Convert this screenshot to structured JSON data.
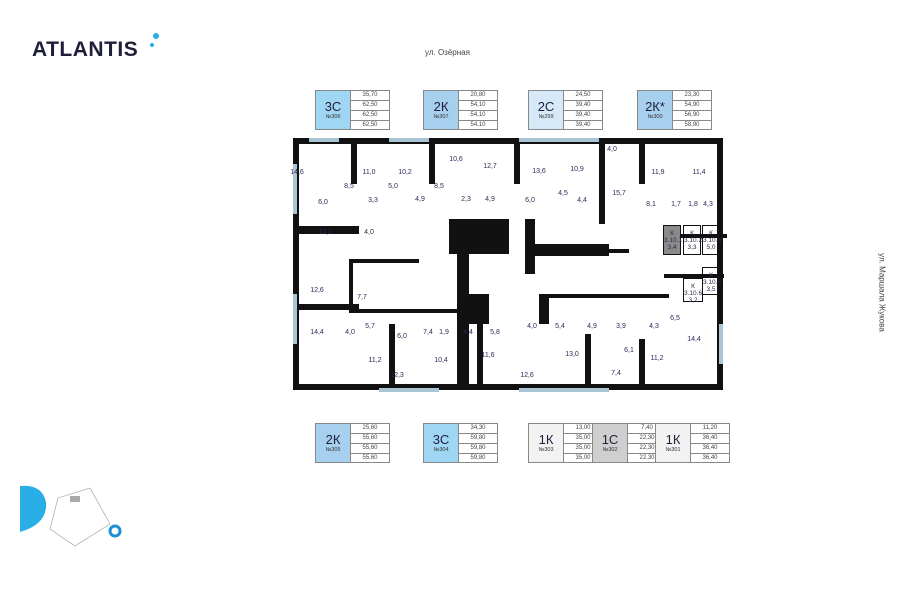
{
  "logo": "ATLANTIS",
  "streets": {
    "top": "ул. Озёрная",
    "right": "ул. Маршала Жукова"
  },
  "colors": {
    "3C": "#9fd6f3",
    "2K": "#a7cfee",
    "2C": "#d6e9f8",
    "1K": "#f2f2f2",
    "1C": "#cfcfcf",
    "storage": "#8a8a8a"
  },
  "apartments_top": [
    {
      "type": "3С",
      "number": "№306",
      "values": [
        "35,70",
        "62,50",
        "62,50",
        "62,50"
      ],
      "color": "#9fd6f3"
    },
    {
      "type": "2К",
      "number": "№307",
      "values": [
        "20,80",
        "54,10",
        "54,10",
        "54,10"
      ],
      "color": "#a7cfee"
    },
    {
      "type": "2С",
      "number": "№299",
      "values": [
        "24,50",
        "39,40",
        "39,40",
        "39,40"
      ],
      "color": "#d6e9f8"
    },
    {
      "type": "2К*",
      "number": "№300",
      "values": [
        "23,30",
        "54,90",
        "56,90",
        "58,90"
      ],
      "color": "#a7cfee"
    }
  ],
  "apartments_bottom": [
    {
      "type": "2К",
      "number": "№305",
      "values": [
        "25,60",
        "55,60",
        "55,60",
        "55,60"
      ],
      "color": "#a7cfee"
    },
    {
      "type": "3С",
      "number": "№304",
      "values": [
        "34,30",
        "59,80",
        "59,80",
        "59,80"
      ],
      "color": "#9fd6f3"
    },
    {
      "type": "1К",
      "number": "№303",
      "values": [
        "13,00",
        "35,00",
        "35,00",
        "35,00"
      ],
      "color": "#f2f2f2"
    },
    {
      "type": "1С",
      "number": "№302",
      "values": [
        "7,40",
        "22,30",
        "22,30",
        "22,30"
      ],
      "color": "#cfcfcf"
    },
    {
      "type": "1К",
      "number": "№301",
      "values": [
        "11,20",
        "36,40",
        "36,40",
        "36,40"
      ],
      "color": "#f2f2f2"
    }
  ],
  "rooms": [
    "14,6",
    "11,0",
    "10,2",
    "10,6",
    "12,7",
    "8,5",
    "5,0",
    "8,5",
    "6,0",
    "3,3",
    "4,9",
    "2,3",
    "4,9",
    "10,1",
    "4,0",
    "13,6",
    "10,9",
    "4,0",
    "15,7",
    "11,9",
    "11,4",
    "4,5",
    "6,0",
    "4,4",
    "8,1",
    "1,7",
    "1,8",
    "4,3",
    "12,6",
    "7,7",
    "14,4",
    "4,0",
    "5,7",
    "6,0",
    "7,4",
    "1,9",
    "4,4",
    "5,8",
    "11,2",
    "12,3",
    "10,4",
    "11,6",
    "4,0",
    "5,4",
    "4,9",
    "3,9",
    "4,3",
    "6,5",
    "14,4",
    "13,0",
    "6,1",
    "11,2",
    "12,6",
    "7,4"
  ],
  "storage": [
    {
      "code": "К 3.10.1",
      "area": "3,4"
    },
    {
      "code": "К 3.10.2",
      "area": "3,3"
    },
    {
      "code": "К 3.10.3",
      "area": "5,0"
    },
    {
      "code": "К 3.10.5",
      "area": "3,5"
    },
    {
      "code": "К 3.10.6",
      "area": "3,2"
    }
  ]
}
